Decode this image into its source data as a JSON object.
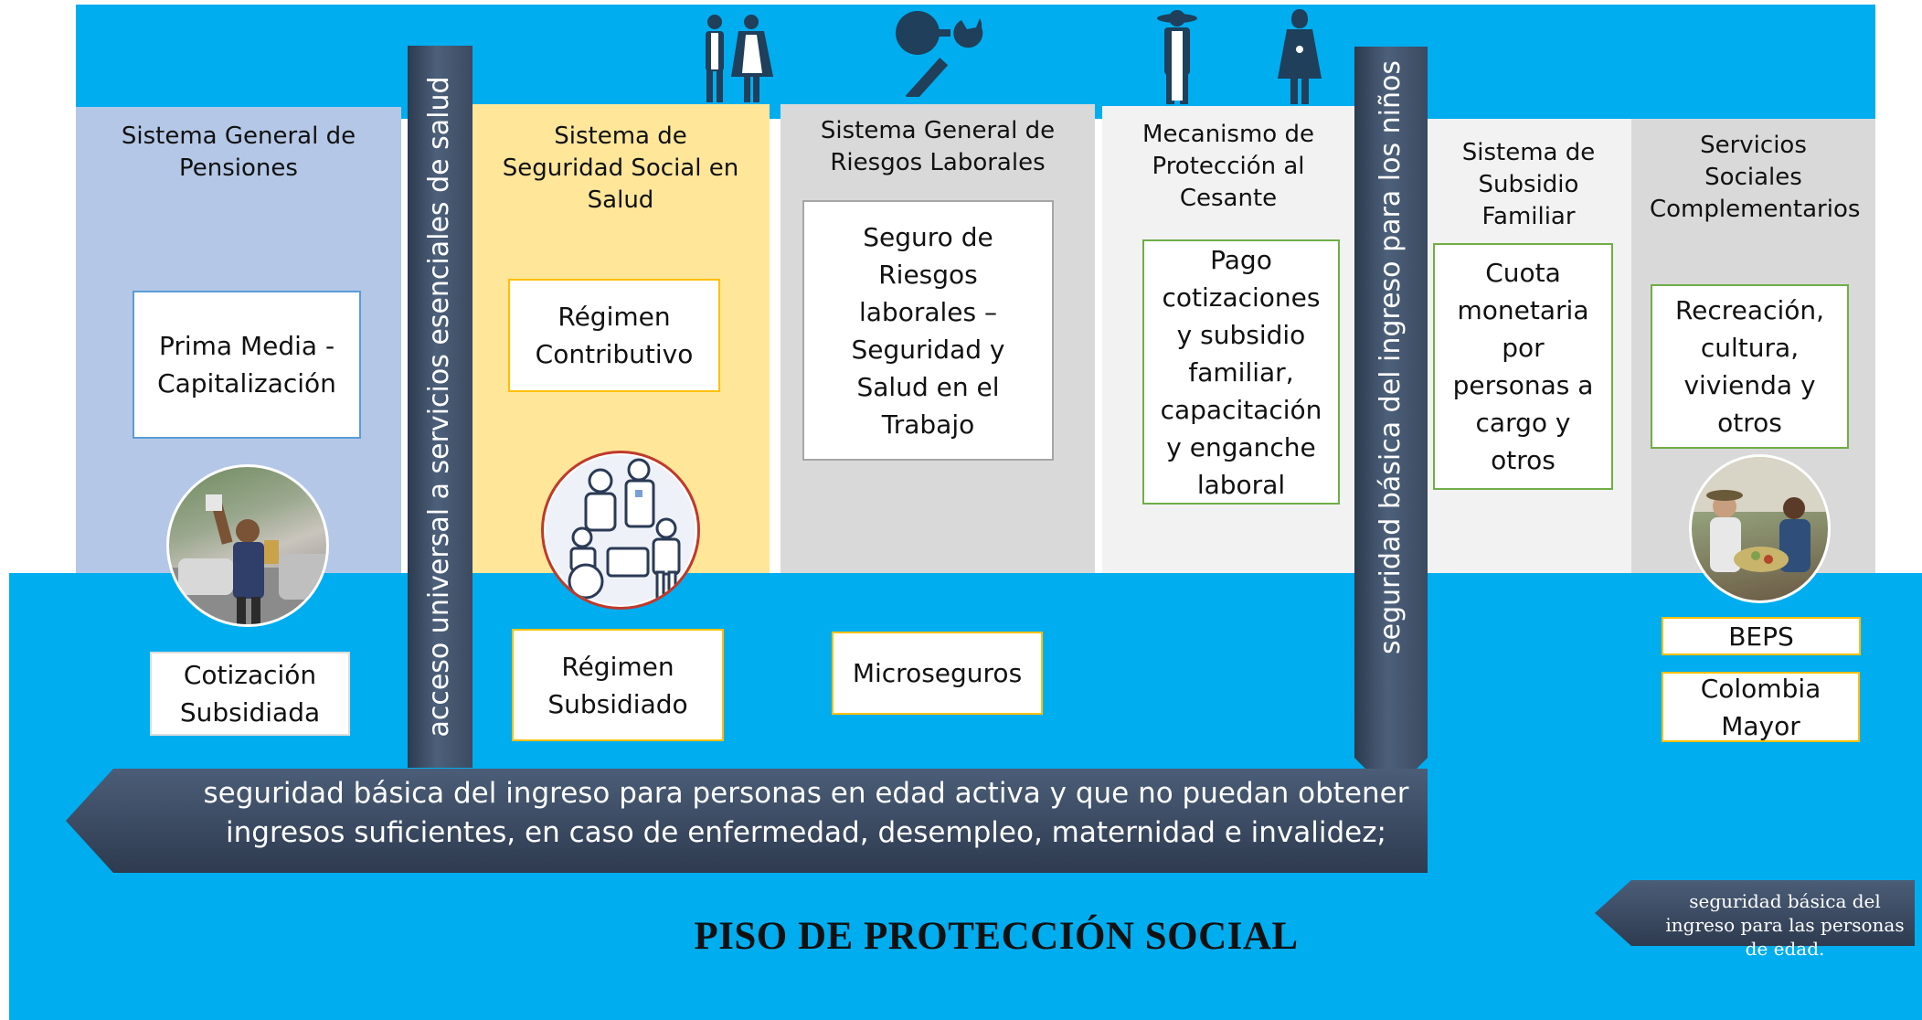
{
  "columns": [
    {
      "title": "Sistema General de Pensiones",
      "box": "Prima Media - Capitalización"
    },
    {
      "title": "Sistema de Seguridad Social en Salud",
      "box": "Régimen Contributivo"
    },
    {
      "title": "Sistema General de Riesgos Laborales",
      "box": "Seguro de Riesgos laborales – Seguridad y Salud en el Trabajo"
    },
    {
      "title": "Mecanismo de Protección al Cesante",
      "box": "Pago cotizaciones y subsidio familiar, capacitación y enganche laboral"
    },
    {
      "title": "Sistema de Subsidio Familiar",
      "box": "Cuota monetaria por personas a cargo y otros"
    },
    {
      "title": "Servicios Sociales Complementarios",
      "box": "Recreación, cultura, vivienda y otros"
    }
  ],
  "floor_boxes": {
    "cotizacion": "Cotización Subsidiada",
    "regimen_subsidiado": "Régimen Subsidiado",
    "microseguros": "Microseguros",
    "beps": "BEPS",
    "colombia_mayor": "Colombia Mayor"
  },
  "pillars": {
    "left": "acceso universal a servicios esenciales de salud",
    "right": "seguridad básica del ingreso para los niños"
  },
  "arrows": {
    "active_age": "seguridad básica del ingreso para personas en edad activa y que no puedan obtener ingresos suficientes, en caso de enfermedad, desempleo, maternidad e invalidez;",
    "elderly": "seguridad básica del ingreso para las personas de edad."
  },
  "floor_title": "PISO DE PROTECCIÓN SOCIAL",
  "colors": {
    "sky": "#00adef",
    "pensiones": "#b4c7e7",
    "salud": "#ffe699",
    "riesgos": "#d9d9d9",
    "cesante": "#f2f2f2",
    "subsidio": "#f2f2f2",
    "servicios": "#d9d9d9",
    "pillar": "#3b4a60"
  },
  "icons": [
    "couple-icon",
    "tool-icon",
    "farmer-couple-icon"
  ]
}
